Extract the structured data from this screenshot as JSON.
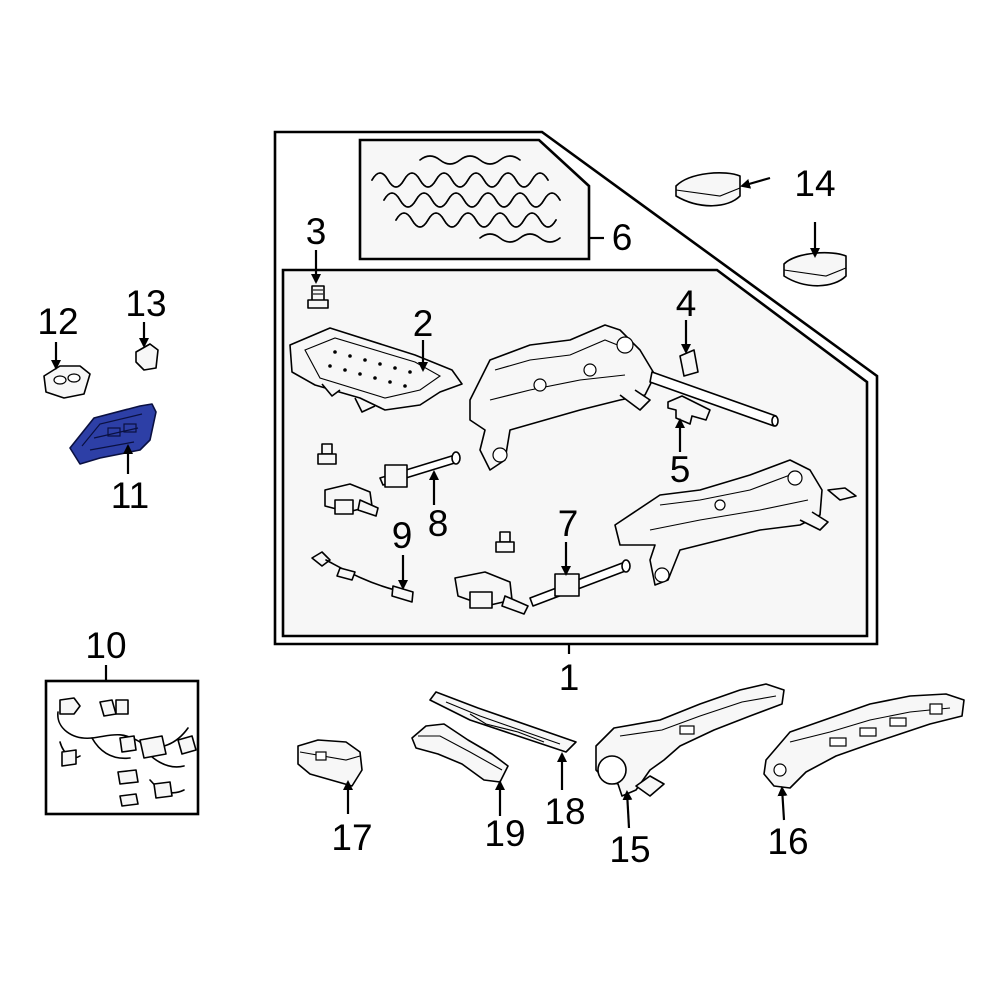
{
  "colors": {
    "highlight": "#2d3fa6",
    "outline": "#000000",
    "panel_fill": "#f7f7f7"
  },
  "labels": {
    "l1": "1",
    "l2": "2",
    "l3": "3",
    "l4": "4",
    "l5": "5",
    "l6": "6",
    "l7": "7",
    "l8": "8",
    "l9": "9",
    "l10": "10",
    "l11": "11",
    "l12": "12",
    "l13": "13",
    "l14": "14",
    "l15": "15",
    "l16": "16",
    "l17": "17",
    "l18": "18",
    "l19": "19"
  },
  "highlighted_part": "11"
}
